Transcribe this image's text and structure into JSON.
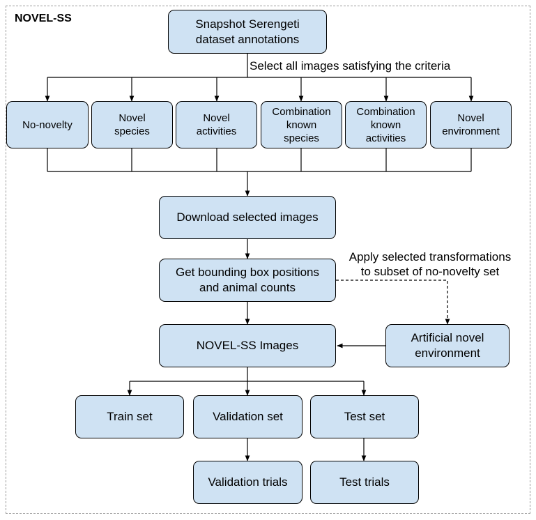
{
  "title": "NOVEL-SS",
  "nodes": {
    "annotations": "Snapshot Serengeti\ndataset annotations",
    "no_novelty": "No-novelty",
    "novel_species": "Novel\nspecies",
    "novel_activities": "Novel\nactivities",
    "comb_species": "Combination\nknown\nspecies",
    "comb_activities": "Combination\nknown\nactivities",
    "novel_environment": "Novel\nenvironment",
    "download": "Download selected images",
    "bbox": "Get bounding box positions\nand animal counts",
    "novel_images": "NOVEL-SS Images",
    "artificial": "Artificial novel\nenvironment",
    "train": "Train set",
    "validation": "Validation set",
    "test": "Test set",
    "validation_trials": "Validation trials",
    "test_trials": "Test trials"
  },
  "edge_labels": {
    "select": "Select all images satisfying the criteria",
    "transform": "Apply selected transformations\nto subset of no-novelty set"
  }
}
